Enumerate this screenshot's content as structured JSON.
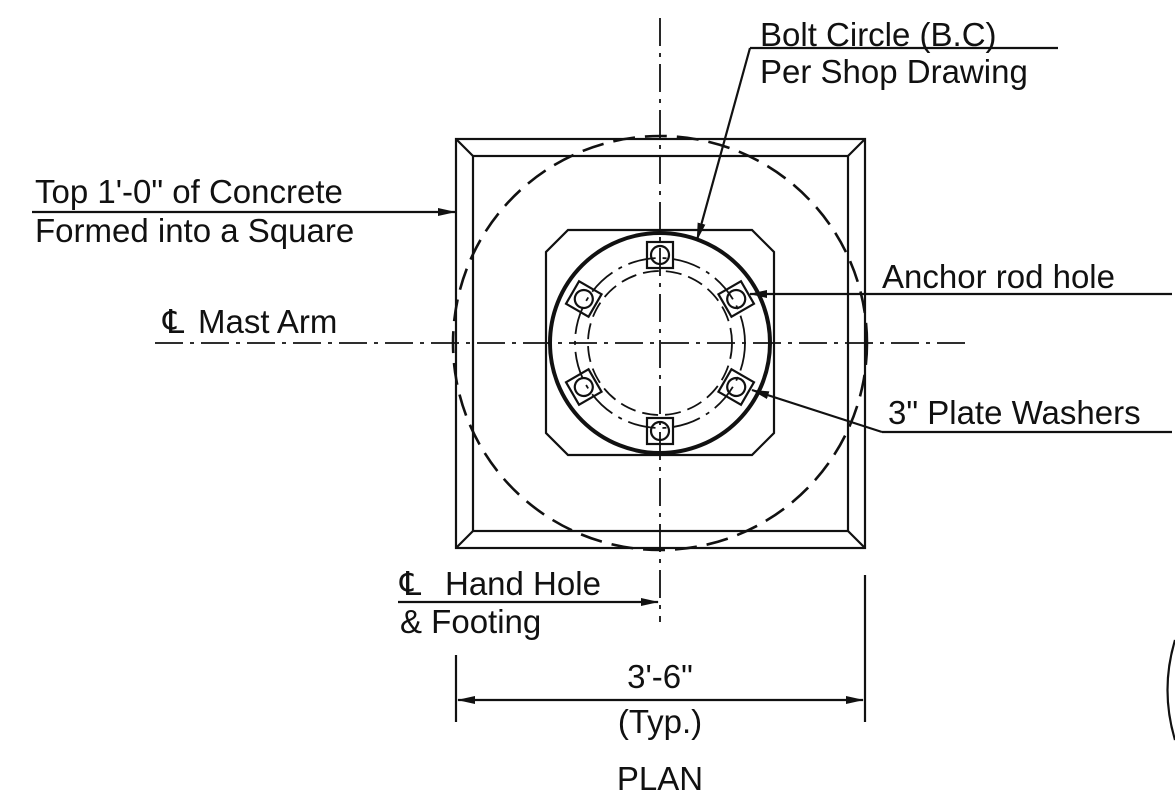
{
  "labels": {
    "bolt_circle_line1": "Bolt Circle (B.C)",
    "bolt_circle_line2": "Per Shop Drawing",
    "top_concrete_line1": "Top 1'-0\" of Concrete",
    "top_concrete_line2": "Formed into a Square",
    "anchor_rod_hole": "Anchor rod hole",
    "mast_arm_symbol": "℄",
    "mast_arm": "Mast Arm",
    "plate_washers": "3\" Plate Washers",
    "hand_hole_symbol": "℄",
    "hand_hole_line1": "Hand Hole",
    "hand_hole_line2": "& Footing",
    "dimension": "3'-6\"",
    "dimension_note": "(Typ.)",
    "view_title": "PLAN"
  }
}
